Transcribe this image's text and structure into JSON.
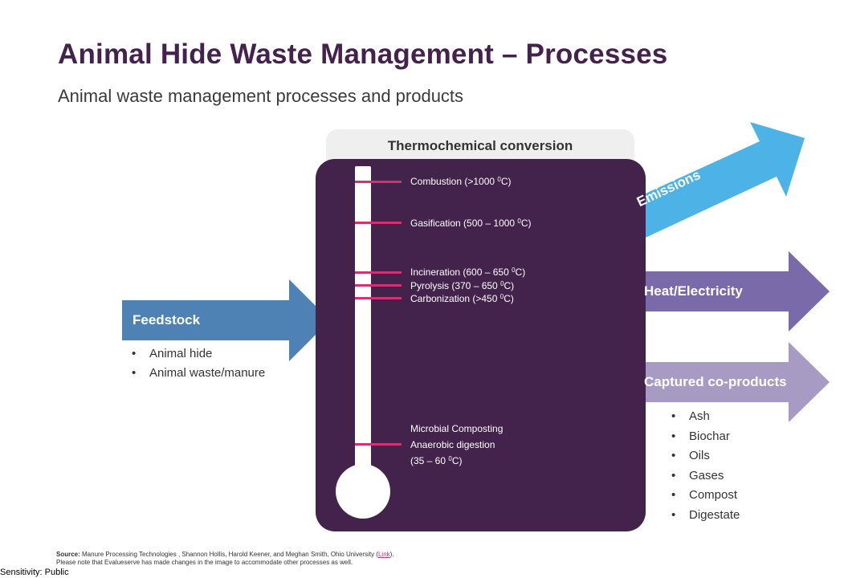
{
  "slide": {
    "title": "Animal Hide Waste Management – Processes",
    "subtitle": "Animal waste management processes and products"
  },
  "thermometer": {
    "header": "Thermochemical conversion",
    "processes": [
      {
        "name": "Combustion (>1000 ",
        "unit": "C)"
      },
      {
        "name": "Gasification (500 – 1000 ",
        "unit": "C)"
      },
      {
        "name": "Incineration (600 – 650 ",
        "unit": "C)"
      },
      {
        "name": "Pyrolysis (370 – 650 ",
        "unit": "C)"
      },
      {
        "name": "Carbonization (>450 ",
        "unit": "C)"
      }
    ],
    "degree_mark": "0",
    "low_temp": {
      "line1": "Microbial Composting",
      "line2": "Anaerobic digestion",
      "line3": "(35 – 60 ",
      "unit": "C)"
    }
  },
  "feedstock": {
    "label": "Feedstock",
    "items": [
      "Animal hide",
      "Animal waste/manure"
    ]
  },
  "outputs": {
    "emissions": "Emissions",
    "heat": "Heat/Electricity",
    "coproducts": {
      "label": "Captured co-products",
      "items": [
        "Ash",
        "Biochar",
        "Oils",
        "Gases",
        "Compost",
        "Digestate"
      ]
    }
  },
  "footer": {
    "source_label": "Source:",
    "source_text": " Manure Processing Technologies , Shannon Hollis, Harold Keener, and Meghan Smith, Ohio University (",
    "link_text": "Link",
    "source_end": ").",
    "note": "Please note that Evalueserve has made changes in the image to accommodate other processes as well.",
    "sensitivity": "Sensitivity: Public"
  },
  "colors": {
    "title": "#45224e",
    "panel": "#43224c",
    "tick": "#d3326e",
    "feedstock_arrow": "#4e81b4",
    "emissions_arrow": "#4db3e6",
    "heat_arrow": "#7a6aaa",
    "coproducts_arrow": "#a79bc4"
  }
}
